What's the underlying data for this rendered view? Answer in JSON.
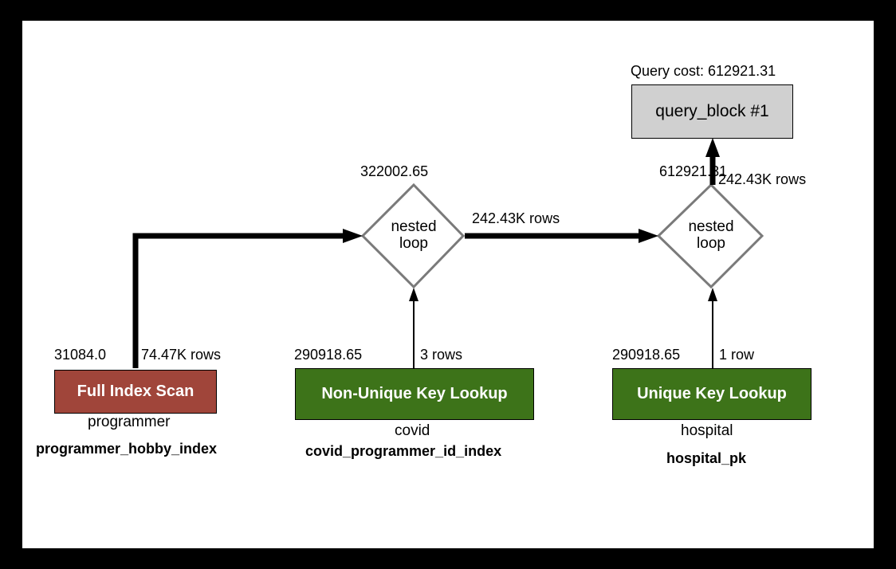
{
  "query": {
    "cost_label": "Query cost: 612921.31",
    "root_label": "query_block #1",
    "root_edge_rows": "242.43K rows"
  },
  "loops": [
    {
      "cost": "322002.65",
      "label_line1": "nested",
      "label_line2": "loop",
      "out_rows": "242.43K rows"
    },
    {
      "cost": "612921.31",
      "label_line1": "nested",
      "label_line2": "loop"
    }
  ],
  "accesses": [
    {
      "operation": "Full Index Scan",
      "cost": "31084.0",
      "rows": "74.47K rows",
      "table": "programmer",
      "index": "programmer_hobby_index",
      "color": "#a0453a"
    },
    {
      "operation": "Non-Unique Key Lookup",
      "cost": "290918.65",
      "rows": "3 rows",
      "table": "covid",
      "index": "covid_programmer_id_index",
      "color": "#3d7319"
    },
    {
      "operation": "Unique Key Lookup",
      "cost": "290918.65",
      "rows": "1 row",
      "table": "hospital",
      "index": "hospital_pk",
      "color": "#3d7319"
    }
  ]
}
